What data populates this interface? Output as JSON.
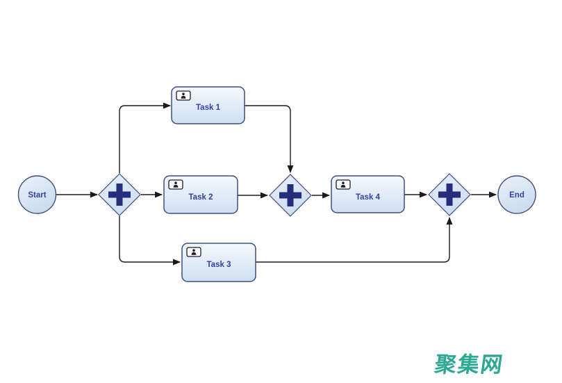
{
  "page": {
    "background": "#ffffff"
  },
  "diagram": {
    "type": "bpmn-process-flow",
    "nodes": {
      "start": {
        "label": "Start",
        "kind": "start-event"
      },
      "gateway_split": {
        "kind": "parallel-gateway",
        "symbol": "+"
      },
      "task1": {
        "label": "Task 1",
        "kind": "user-task"
      },
      "task2": {
        "label": "Task 2",
        "kind": "user-task"
      },
      "task3": {
        "label": "Task 3",
        "kind": "user-task"
      },
      "gateway_join1": {
        "kind": "parallel-gateway",
        "symbol": "+"
      },
      "task4": {
        "label": "Task 4",
        "kind": "user-task"
      },
      "gateway_join2": {
        "kind": "parallel-gateway",
        "symbol": "+"
      },
      "end": {
        "label": "End",
        "kind": "end-event"
      }
    },
    "edges": [
      {
        "from": "start",
        "to": "gateway_split"
      },
      {
        "from": "gateway_split",
        "to": "task1"
      },
      {
        "from": "gateway_split",
        "to": "task2"
      },
      {
        "from": "gateway_split",
        "to": "task3"
      },
      {
        "from": "task1",
        "to": "gateway_join1"
      },
      {
        "from": "task2",
        "to": "gateway_join1"
      },
      {
        "from": "gateway_join1",
        "to": "task4"
      },
      {
        "from": "task4",
        "to": "gateway_join2"
      },
      {
        "from": "task3",
        "to": "gateway_join2"
      },
      {
        "from": "gateway_join2",
        "to": "end"
      }
    ],
    "icons": {
      "task_marker": "user-task-icon",
      "gateway_marker": "parallel-plus-icon"
    },
    "colors": {
      "task_fill_top": "#f4f9fd",
      "task_fill_bottom": "#cfdff2",
      "event_fill_top": "#e9f0f9",
      "event_fill_bottom": "#c9daee",
      "gateway_fill_top": "#e7eef9",
      "gateway_fill_bottom": "#cfdef1",
      "node_border": "#3d4d84",
      "gateway_plus": "#252e7c",
      "label_text": "#3741a0",
      "connector": "#1a1a1a"
    }
  },
  "watermark": {
    "text": "聚集网",
    "color": "#2ea893"
  }
}
